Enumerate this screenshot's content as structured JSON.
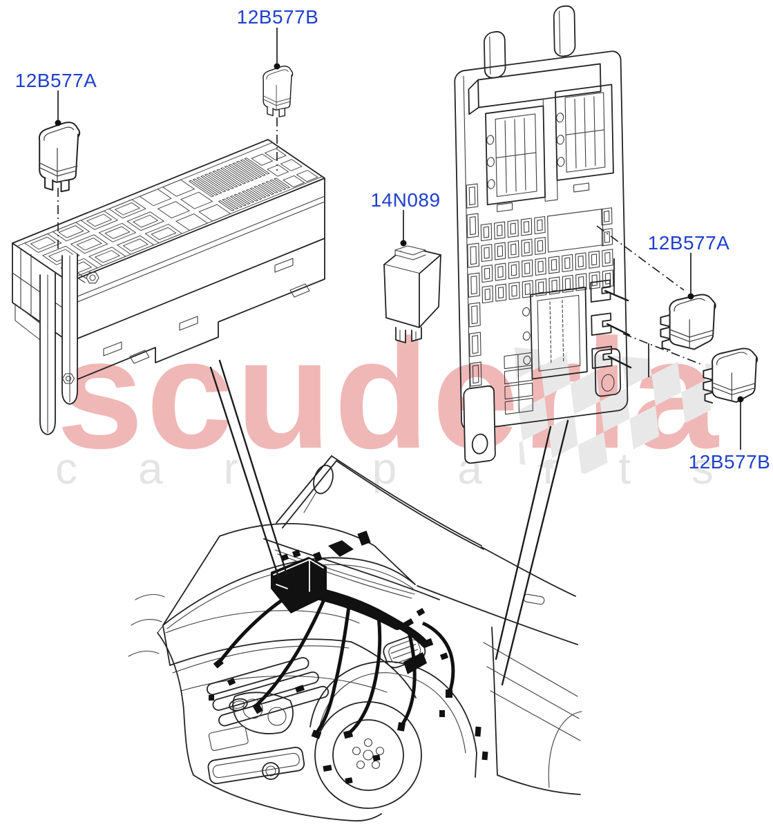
{
  "page": {
    "background": "#FFFFFF"
  },
  "watermark": {
    "brand": "scuderia",
    "tagline": "car parts",
    "brand_color": "#F0B7B7",
    "tagline_color": "#E4E4E4",
    "flag_color": "#E8E8E8"
  },
  "diagram": {
    "label_color": "#1F3FCC",
    "labels": [
      {
        "part": "relay-engine-box-a",
        "text": "12B577A"
      },
      {
        "part": "relay-engine-box-b",
        "text": "12B577B"
      },
      {
        "part": "flasher-relay",
        "text": "14N089"
      },
      {
        "part": "relay-passenger-a",
        "text": "12B577A"
      },
      {
        "part": "relay-passenger-b",
        "text": "12B577B"
      }
    ]
  }
}
